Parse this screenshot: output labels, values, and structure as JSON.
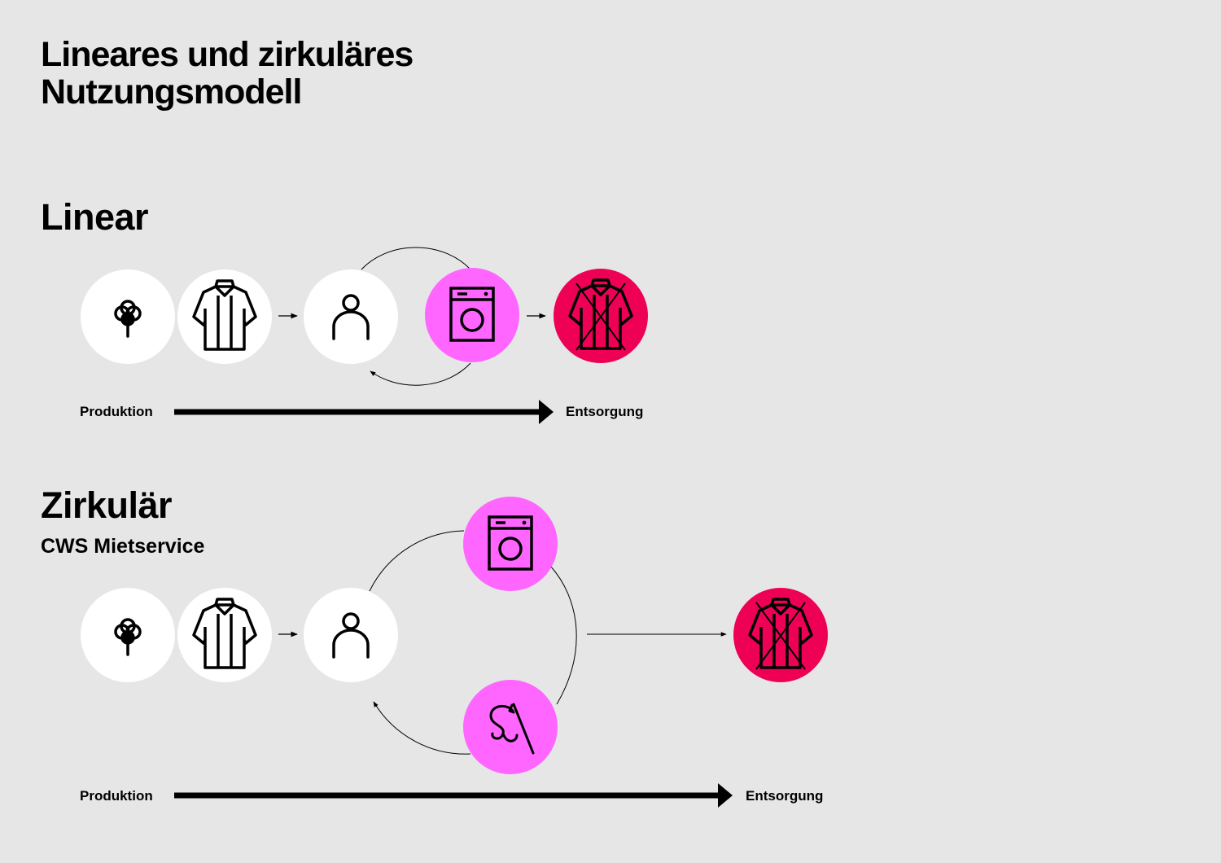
{
  "title_line1": "Lineares und zirkuläres",
  "title_line2": "Nutzungsmodell",
  "linear": {
    "heading": "Linear",
    "axis_start": "Produktion",
    "axis_end": "Entsorgung",
    "nodes": [
      "cotton-icon",
      "shirt-icon",
      "person-icon",
      "washing-machine-icon",
      "discarded-shirt-icon"
    ]
  },
  "circular": {
    "heading": "Zirkulär",
    "subheading": "CWS Mietservice",
    "axis_start": "Produktion",
    "axis_end": "Entsorgung",
    "nodes": [
      "cotton-icon",
      "shirt-icon",
      "person-icon",
      "washing-machine-icon",
      "needle-thread-icon",
      "discarded-shirt-icon"
    ]
  },
  "colors": {
    "background": "#e6e6e6",
    "white": "#ffffff",
    "pink": "#ff66ff",
    "red": "#ee0055",
    "black": "#000000"
  }
}
